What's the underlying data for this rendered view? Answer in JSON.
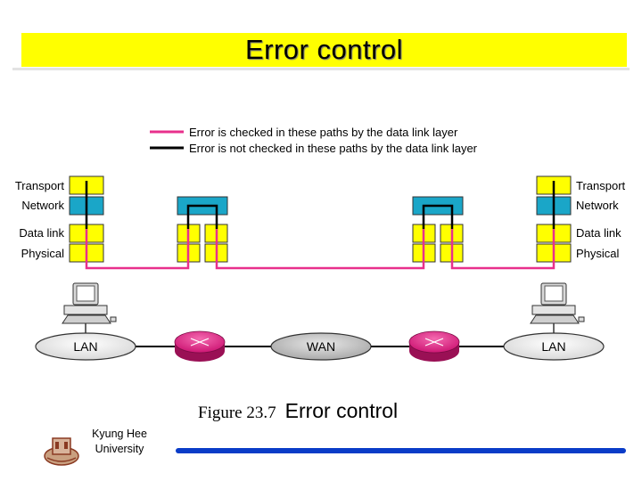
{
  "title": "Error control",
  "legend": {
    "checked": "Error is checked in these paths by the data link layer",
    "not_checked": "Error is not checked in these paths by the data link layer"
  },
  "layers": {
    "transport": "Transport",
    "network": "Network",
    "datalink": "Data link",
    "physical": "Physical"
  },
  "networks": {
    "lan_left": "LAN",
    "wan": "WAN",
    "lan_right": "LAN"
  },
  "caption": {
    "figure": "Figure 23.7",
    "text": "Error control"
  },
  "footer": {
    "university_line1": "Kyung Hee",
    "university_line2": "University"
  },
  "colors": {
    "checked_path": "#e8308c",
    "unchecked_path": "#000000",
    "upper_layers": "#1aa6c8",
    "lower_layers": "#ffff00",
    "router": "#e8308c",
    "title_bar": "#ffff00",
    "accent_line": "#0a3cc8"
  }
}
